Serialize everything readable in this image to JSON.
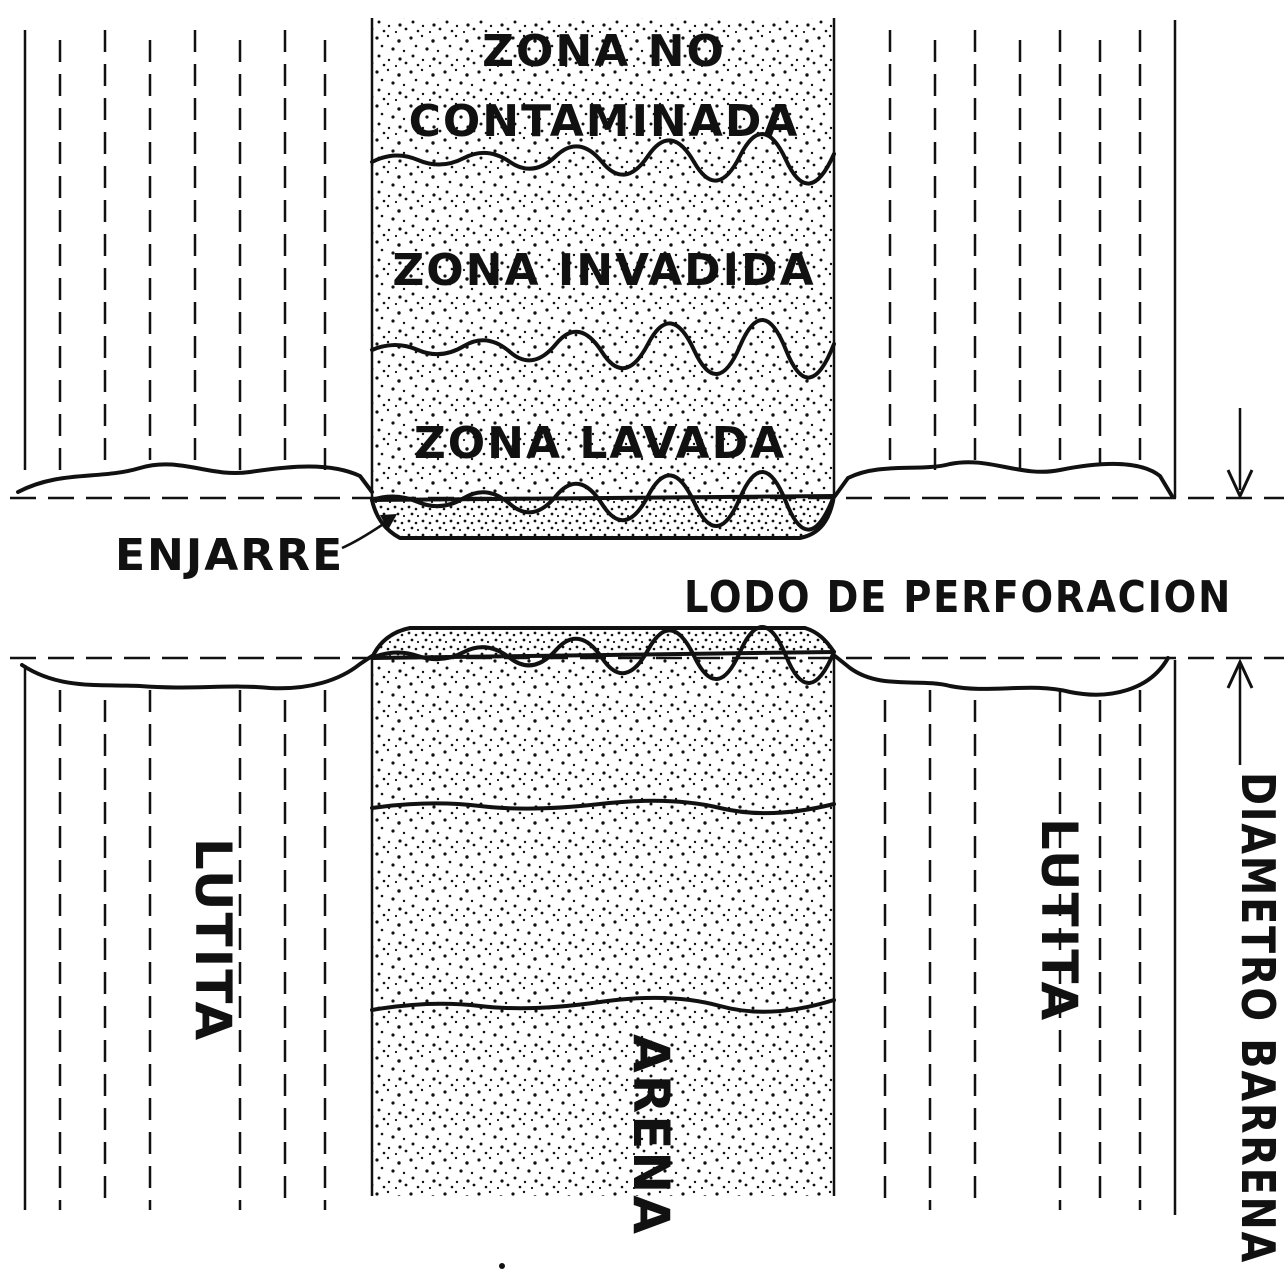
{
  "labels": {
    "zona_no_contaminada_line1": "ZONA NO",
    "zona_no_contaminada_line2": "CONTAMINADA",
    "zona_invadida": "ZONA INVADIDA",
    "zona_lavada": "ZONA LAVADA",
    "enjarre": "ENJARRE",
    "lodo_de_perforacion": "LODO DE PERFORACION",
    "lutita_left": "LUTITA",
    "lutita_right": "LUTITA",
    "arena": "ARENA",
    "diametro_barrena": "DIAMETRO BARRENA"
  },
  "colors": {
    "ink": "#111111",
    "background": "#ffffff"
  }
}
